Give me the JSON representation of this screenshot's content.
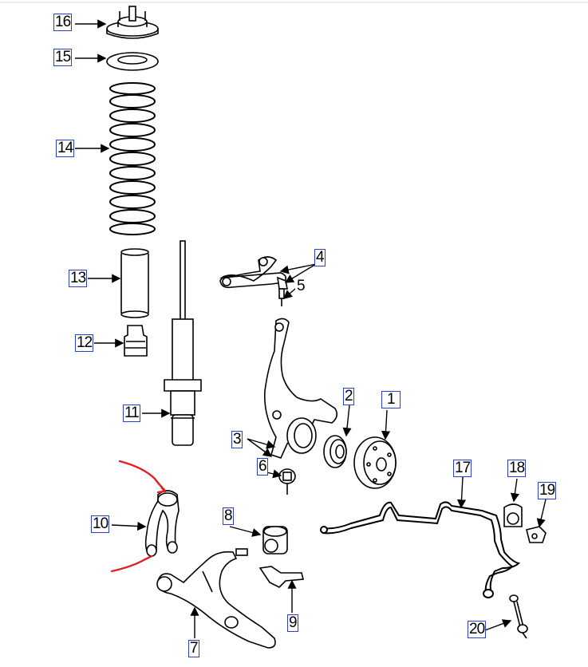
{
  "callouts": {
    "n1": "1",
    "n2": "2",
    "n3": "3",
    "n4": "4",
    "n5": "5",
    "n6": "6",
    "n7": "7",
    "n8": "8",
    "n9": "9",
    "n10": "10",
    "n11": "11",
    "n12": "12",
    "n13": "13",
    "n14": "14",
    "n15": "15",
    "n16": "16",
    "n17": "17",
    "n18": "18",
    "n19": "19",
    "n20": "20"
  },
  "colors": {
    "line": "#000000",
    "callout_border": "#2a3fd6",
    "annotation": "#e02020"
  }
}
